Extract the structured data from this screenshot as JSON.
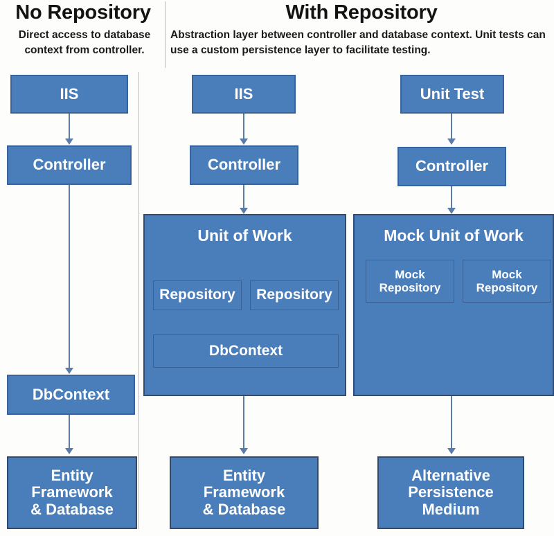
{
  "diagram": {
    "columns": [
      {
        "id": "no-repository",
        "title": "No Repository",
        "description": "Direct access to database context from controller."
      },
      {
        "id": "with-repository",
        "title": "With Repository",
        "description": "Abstraction layer between controller and database context. Unit tests can use a custom persistence layer to facilitate testing."
      }
    ],
    "nodes": {
      "c1_iis": "IIS",
      "c1_controller": "Controller",
      "c1_dbcontext": "DbContext",
      "c1_bottom_line1": "Entity",
      "c1_bottom_line2": "Framework",
      "c1_bottom_line3": "& Database",
      "c2_iis": "IIS",
      "c2_controller": "Controller",
      "c2_unit_of_work": "Unit of Work",
      "c2_repository_left": "Repository",
      "c2_repository_right": "Repository",
      "c2_dbcontext": "DbContext",
      "c2_bottom_line1": "Entity",
      "c2_bottom_line2": "Framework",
      "c2_bottom_line3": "& Database",
      "c3_unit_test": "Unit Test",
      "c3_controller": "Controller",
      "c3_mock_unit_of_work": "Mock Unit of Work",
      "c3_mock_repo_left_line1": "Mock",
      "c3_mock_repo_left_line2": "Repository",
      "c3_mock_repo_right_line1": "Mock",
      "c3_mock_repo_right_line2": "Repository",
      "c3_bottom_line1": "Alternative",
      "c3_bottom_line2": "Persistence",
      "c3_bottom_line3": "Medium"
    },
    "colors": {
      "box_fill": "#4a7ebb",
      "box_border": "#39639a",
      "container_border": "#2d4c78",
      "bottom_box_border": "#2e4a73",
      "connector": "#5b7ca6",
      "background": "#fdfdfc",
      "text": "#ffffff",
      "heading_text": "#131313"
    }
  }
}
